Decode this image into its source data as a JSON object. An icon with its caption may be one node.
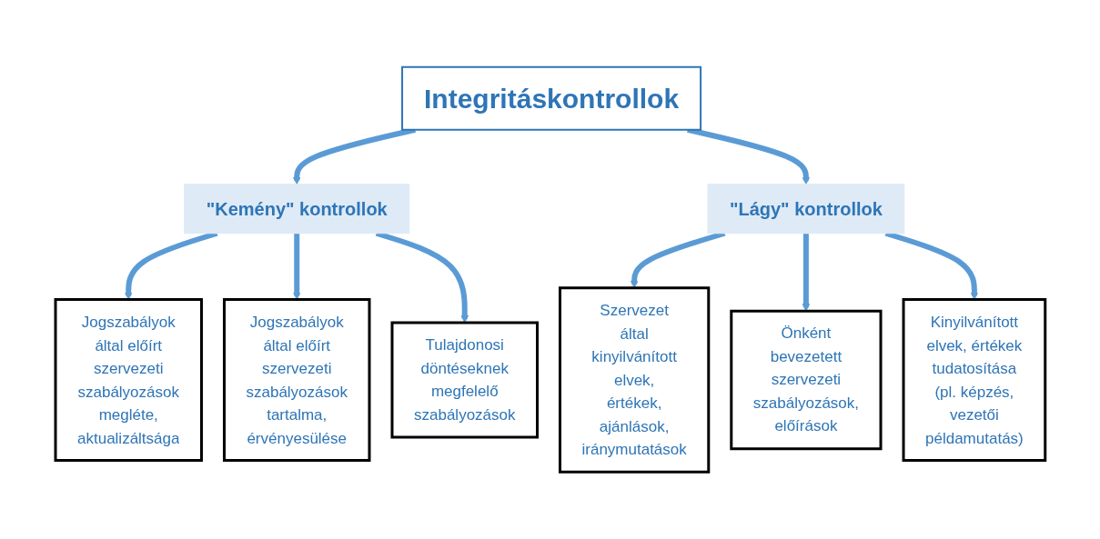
{
  "diagram": {
    "nodes": [
      {
        "text": [
          "Integritáskontrollok"
        ]
      },
      {
        "text": [
          "\"Kemény\" kontrollok"
        ]
      },
      {
        "text": [
          "\"Lágy\" kontrollok"
        ]
      },
      {
        "text": [
          "Jogszabályok által előírt szervezeti szabályozások megléte, aktualizáltsága"
        ]
      },
      {
        "text": [
          "Jogszabályok által előírt szervezeti szabályozások tartalma, érvényesülése"
        ]
      },
      {
        "text": [
          "Tulajdonosi döntéseknek megfelelő szabályozások"
        ]
      },
      {
        "text": [
          "Szervezet által kinyilvánított elvek, értékek, ajánlások, iránymutatások"
        ]
      },
      {
        "text": [
          "Önként bevezetett szervezeti szabályozások, előírások"
        ]
      },
      {
        "text": [
          "Kinyilvánított elvek, értékek tudatosítása (pl. képzés, vezetői példamutatás)"
        ]
      }
    ],
    "edges": [
      {
        "from": 0,
        "to": 1,
        "arrow": "to"
      },
      {
        "from": 0,
        "to": 2,
        "arrow": "to"
      },
      {
        "from": 1,
        "to": 3,
        "arrow": "to"
      },
      {
        "from": 1,
        "to": 4,
        "arrow": "to"
      },
      {
        "from": 1,
        "to": 5,
        "arrow": "to"
      },
      {
        "from": 2,
        "to": 6,
        "arrow": "to"
      },
      {
        "from": 2,
        "to": 7,
        "arrow": "to"
      },
      {
        "from": 2,
        "to": 8,
        "arrow": "to"
      }
    ]
  }
}
